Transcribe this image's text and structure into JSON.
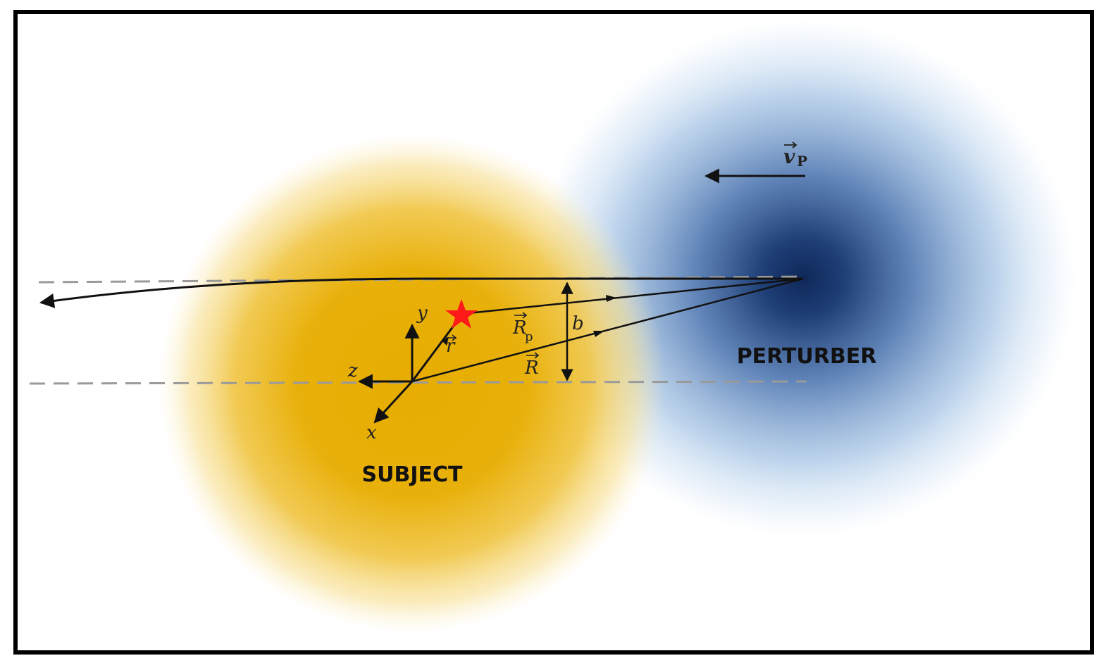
{
  "labels": {
    "subject": "SUBJECT",
    "perturber": "PERTURBER",
    "axis_x": "x",
    "axis_y": "y",
    "axis_z": "z",
    "vec_r": "r",
    "vec_R": "R",
    "vec_Rp": "R",
    "vec_Rp_sub": "p",
    "impact_b": "b",
    "vel": "v",
    "vel_sub": "P"
  },
  "colors": {
    "subject_core": "#e6ac00",
    "perturber_core": "#0e2758",
    "perturber_mid": "#5a80b6",
    "perturber_edge": "#b9d4ee",
    "star": "#ff1a1a",
    "line": "#111111",
    "dashed": "#9a9a9a"
  },
  "icons": {
    "star": "star-icon"
  }
}
